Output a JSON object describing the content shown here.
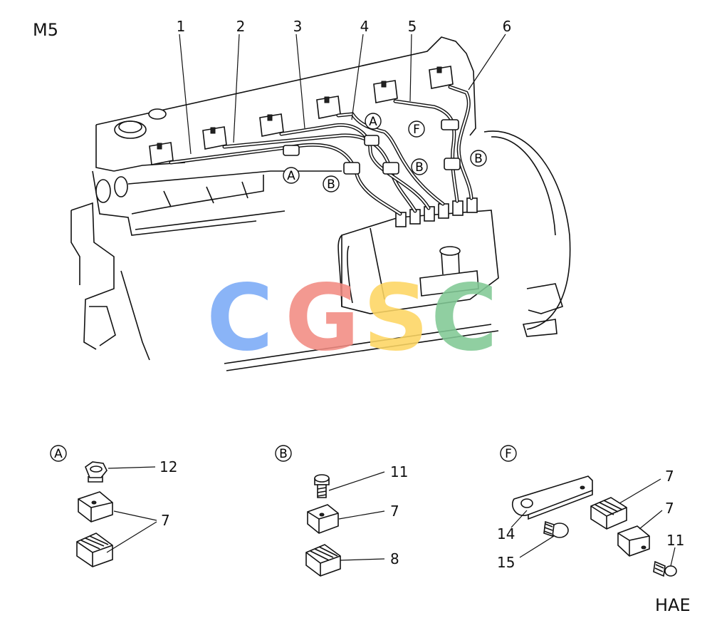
{
  "diagram": {
    "model_code": "M5",
    "sheet_code": "HAE",
    "watermark": "CGSC",
    "watermark_colors": [
      "#7baaf7",
      "#f28b82",
      "#fdd663",
      "#81c995"
    ],
    "callouts": {
      "main_a1": "A",
      "main_a2": "A",
      "main_b1": "B",
      "main_b2": "B",
      "main_b3": "B",
      "main_f": "F",
      "detail_a": "A",
      "detail_b": "B",
      "detail_f": "F"
    },
    "part_numbers": {
      "p1": "1",
      "p2": "2",
      "p3": "3",
      "p4": "4",
      "p5": "5",
      "p6": "6",
      "a_nut": "12",
      "a_clamp": "7",
      "b_bolt": "11",
      "b_clamp_upper": "7",
      "b_clamp_lower": "8",
      "f_bracket": "14",
      "f_bolt_large": "15",
      "f_clamp_top": "7",
      "f_clamp_mid": "7",
      "f_bolt_small": "11"
    }
  }
}
